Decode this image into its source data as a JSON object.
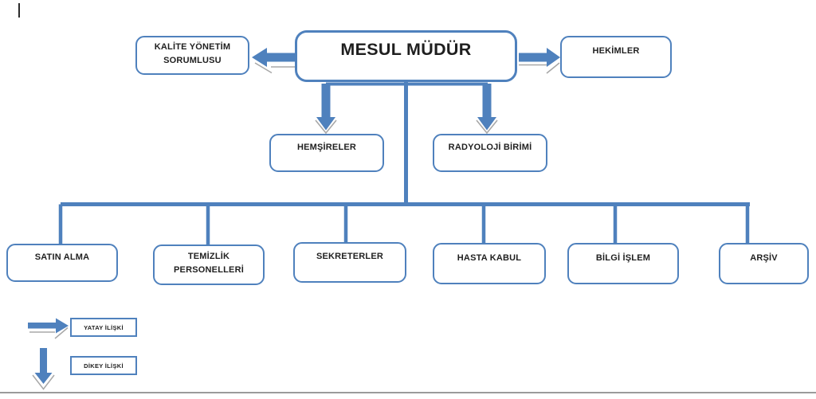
{
  "nodes": {
    "mesul_mudur": "MESUL MÜDÜR",
    "kalite_yonetim": "KALİTE YÖNETİM SORUMLUSU",
    "hekimler": "HEKİMLER",
    "hemsireler": "HEMŞİRELER",
    "radyoloji": "RADYOLOJİ BİRİMİ",
    "satin_alma": "SATIN ALMA",
    "temizlik": "TEMİZLİK PERSONELLERİ",
    "sekreterler": "SEKRETERLER",
    "hasta_kabul": "HASTA KABUL",
    "bilgi_islem": "BİLGİ İŞLEM",
    "arsiv": "ARŞİV"
  },
  "legend": {
    "yatay": "YATAY İLİŞKİ",
    "dikey": "DİKEY İLİŞKİ"
  },
  "colors": {
    "accent_blue": "#4f81bd",
    "echo_gray": "#a8a8a8",
    "text_black": "#1f1f1f",
    "divider_gray": "#9b9b9b"
  }
}
